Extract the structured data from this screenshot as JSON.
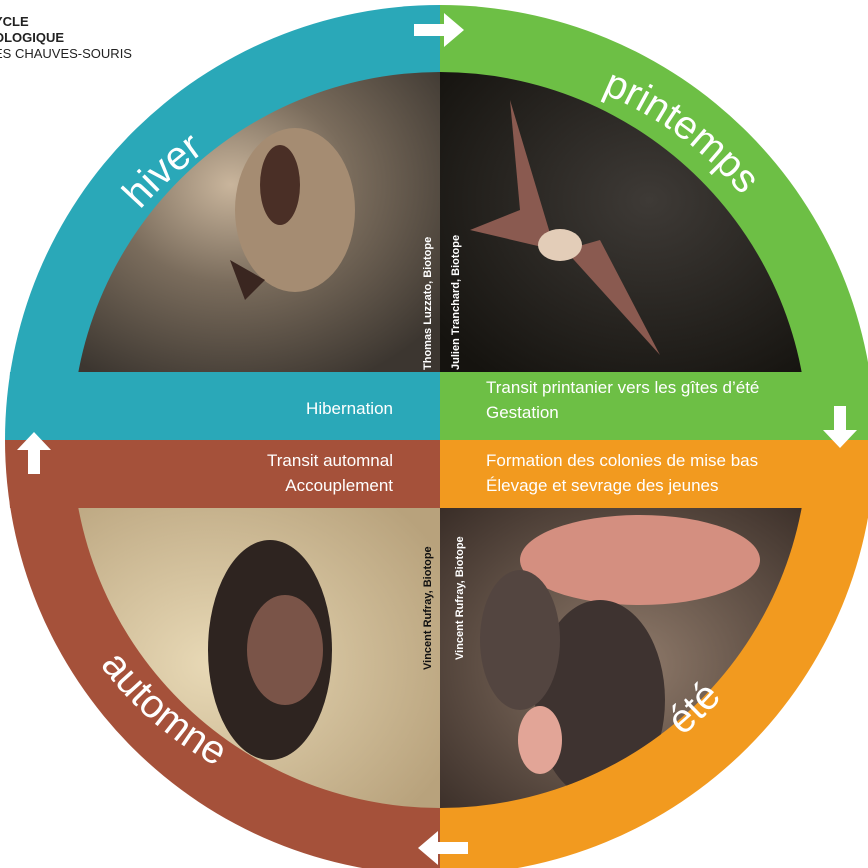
{
  "title": {
    "line1": "YCLE",
    "line2": "OLOGIQUE",
    "line3": "ES CHAUVES-SOURIS"
  },
  "seasons": {
    "hiver": "hiver",
    "printemps": "printemps",
    "ete": "été",
    "automne": "automne"
  },
  "descriptions": {
    "hiver": [
      "Hibernation"
    ],
    "printemps": [
      "Transit printanier vers les gîtes d’été",
      "Gestation"
    ],
    "automne": [
      "Transit automnal",
      "Accouplement"
    ],
    "ete": [
      "Formation des colonies de mise bas",
      "Élevage et sevrage des jeunes"
    ]
  },
  "credits": {
    "hiver": "Thomas Luzzato, Biotope",
    "printemps": "Julien Tranchard, Biotope",
    "automne": "Vincent Rufray, Biotope",
    "ete": "Vincent Rufray, Biotope"
  },
  "colors": {
    "hiver": "#2aa8b8",
    "printemps": "#6dbf45",
    "ete": "#f29a1f",
    "automne": "#a5513a"
  },
  "icons": [
    "arrow-right-icon",
    "arrow-down-icon",
    "arrow-left-icon",
    "arrow-up-icon"
  ]
}
